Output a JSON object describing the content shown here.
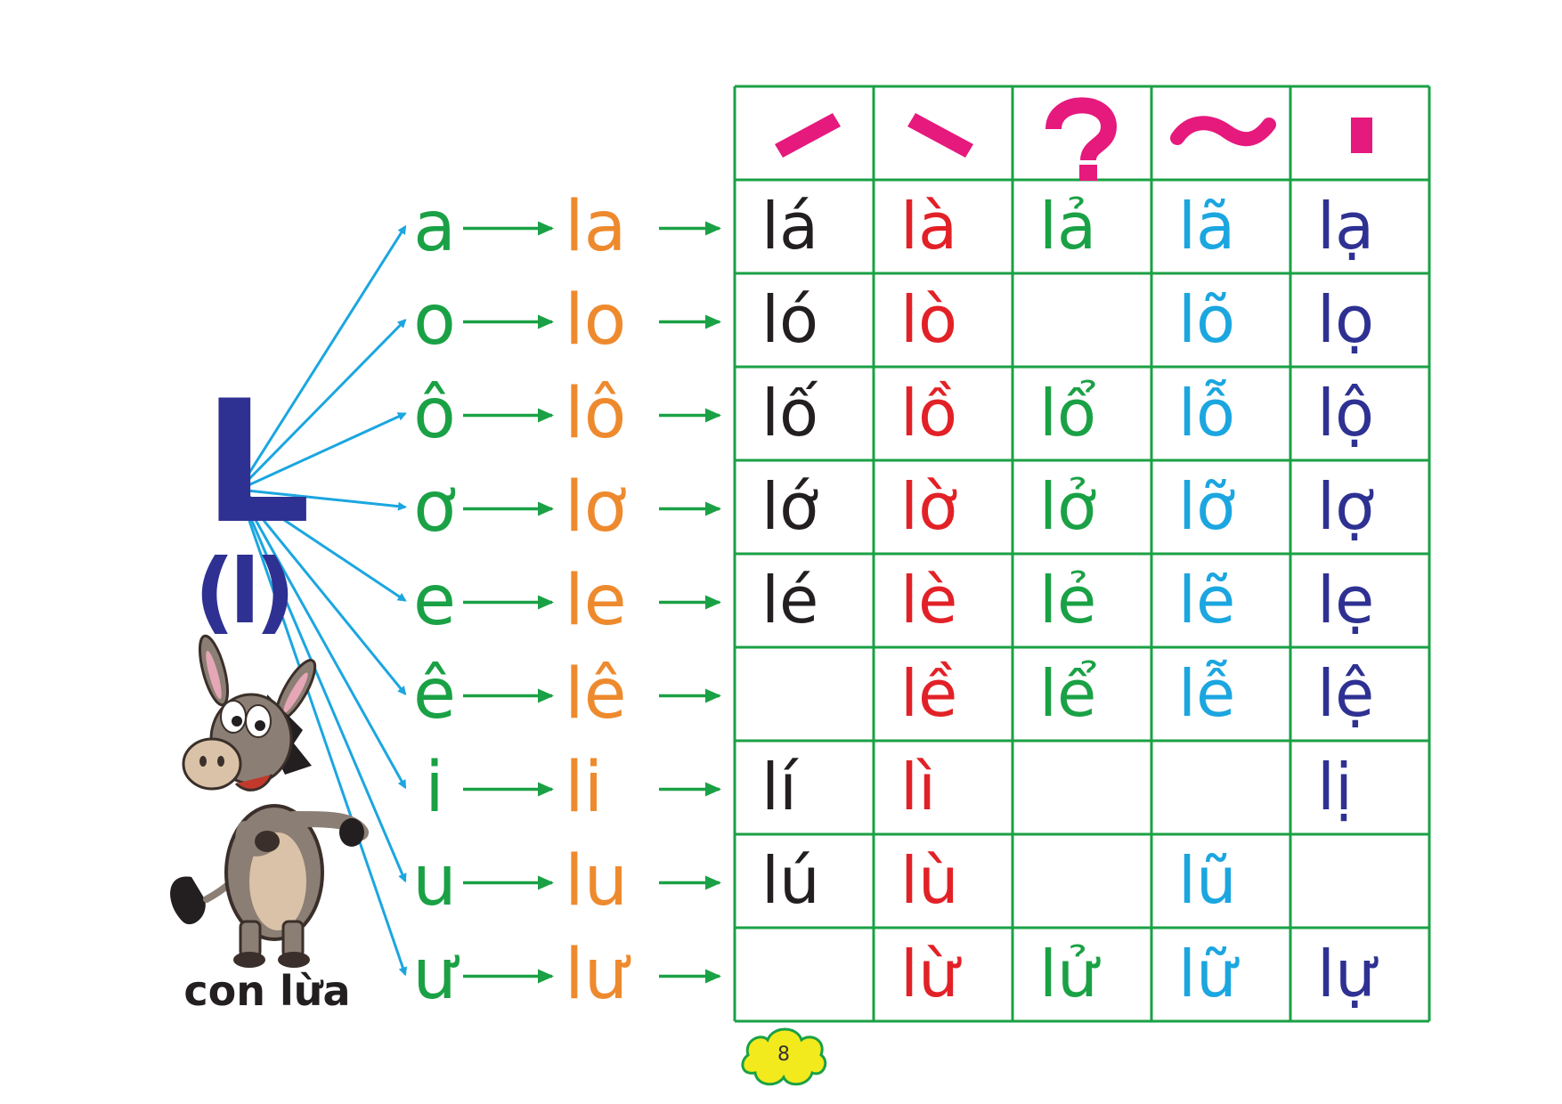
{
  "consonant": {
    "letter": "L",
    "lowercase": "(l)"
  },
  "mascot": {
    "caption": "con lừa"
  },
  "rows": [
    {
      "vowel": "a",
      "syllable": "la",
      "tones": [
        "lá",
        "là",
        "lả",
        "lã",
        "lạ"
      ]
    },
    {
      "vowel": "o",
      "syllable": "lo",
      "tones": [
        "ló",
        "lò",
        "",
        "lõ",
        "lọ"
      ]
    },
    {
      "vowel": "ô",
      "syllable": "lô",
      "tones": [
        "lố",
        "lồ",
        "lổ",
        "lỗ",
        "lộ"
      ]
    },
    {
      "vowel": "ơ",
      "syllable": "lơ",
      "tones": [
        "lớ",
        "lờ",
        "lở",
        "lỡ",
        "lợ"
      ]
    },
    {
      "vowel": "e",
      "syllable": "le",
      "tones": [
        "lé",
        "lè",
        "lẻ",
        "lẽ",
        "lẹ"
      ]
    },
    {
      "vowel": "ê",
      "syllable": "lê",
      "tones": [
        "",
        "lề",
        "lể",
        "lễ",
        "lệ"
      ]
    },
    {
      "vowel": "i",
      "syllable": "li",
      "tones": [
        "lí",
        "lì",
        "",
        "",
        "lị"
      ]
    },
    {
      "vowel": "u",
      "syllable": "lu",
      "tones": [
        "lú",
        "lù",
        "",
        "lũ",
        ""
      ]
    },
    {
      "vowel": "ư",
      "syllable": "lư",
      "tones": [
        "",
        "lừ",
        "lử",
        "lữ",
        "lự"
      ]
    }
  ],
  "tone_marks": [
    "sac-mark",
    "huyen-mark",
    "hoi-mark",
    "nga-mark",
    "nang-mark"
  ],
  "page_number": "8",
  "colors": {
    "consonant": "#2e3192",
    "vowel": "#1aa145",
    "syllable": "#ee8a2e",
    "fan_arrow": "#1ba6e0",
    "row_arrow": "#1aa145",
    "grid_line": "#1aa145",
    "tone_mark": "#e6197d",
    "page_badge": "#f2ea1c"
  }
}
